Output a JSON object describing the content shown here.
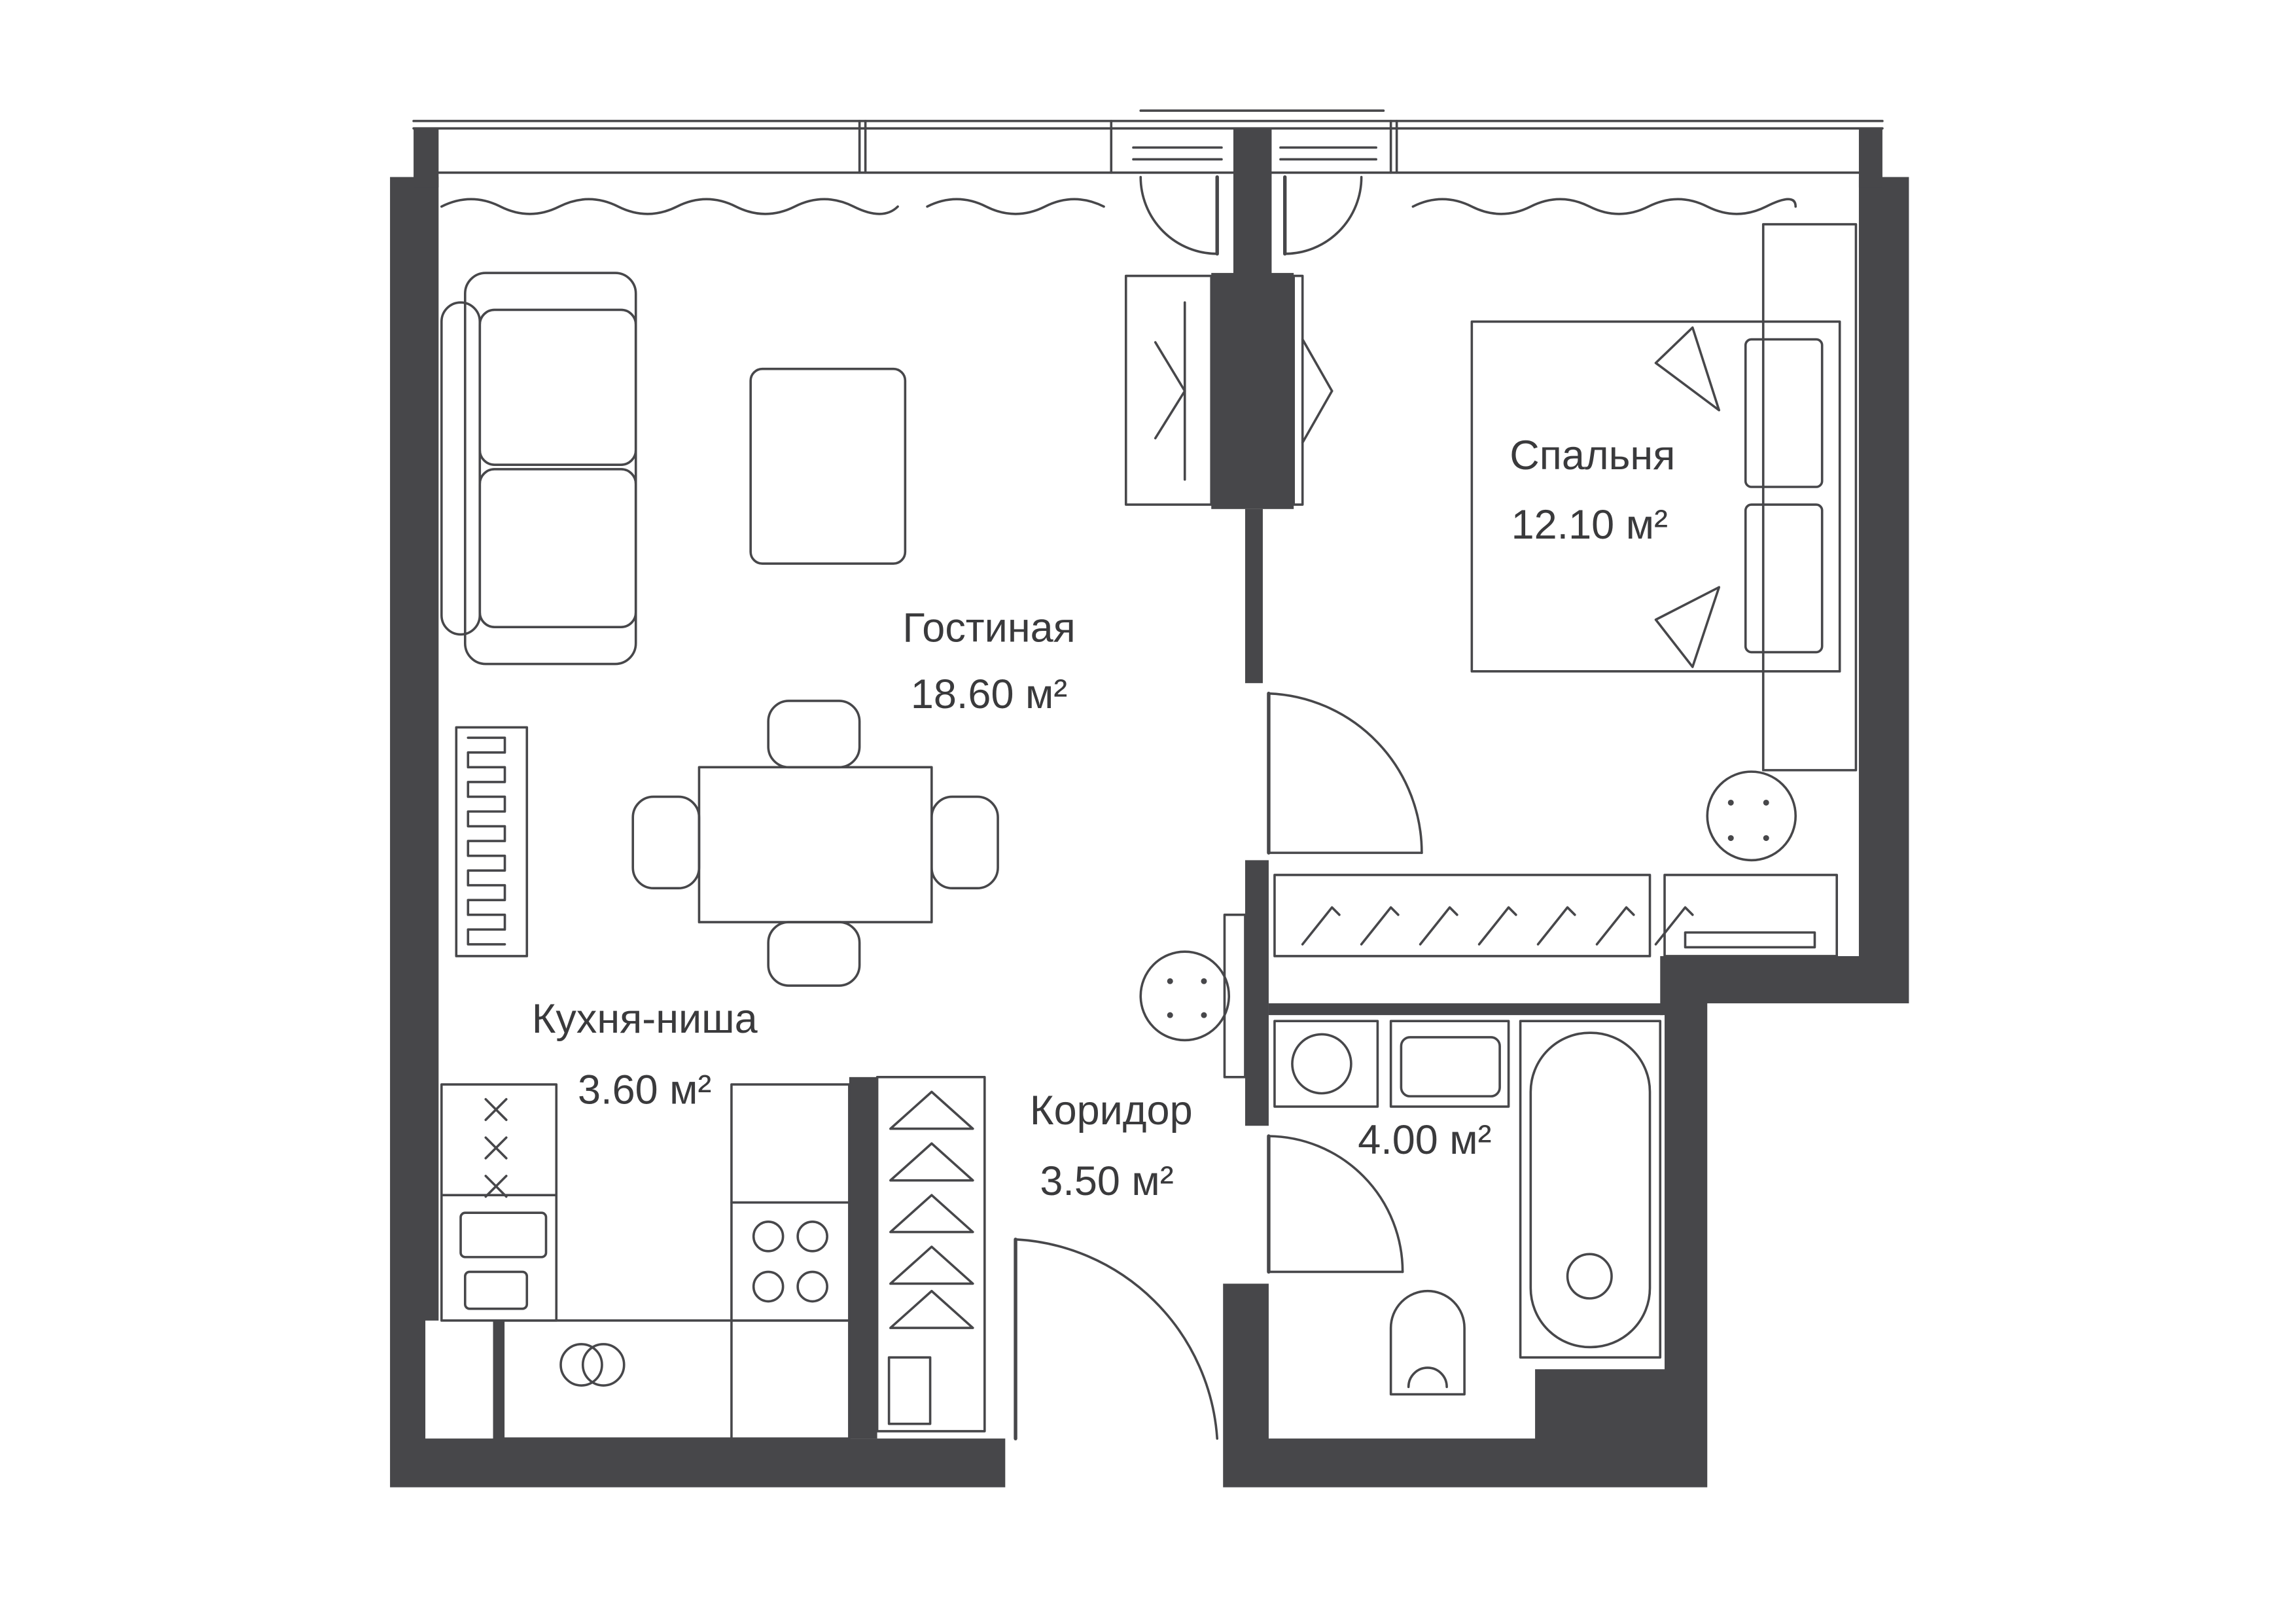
{
  "rooms": [
    {
      "id": "living",
      "name": "Гостиная",
      "area": "18.60 м²"
    },
    {
      "id": "bedroom",
      "name": "Спальня",
      "area": "12.10 м²"
    },
    {
      "id": "kitchen",
      "name": "Кухня-ниша",
      "area": "3.60 м²"
    },
    {
      "id": "corridor",
      "name": "Коридор",
      "area": "3.50 м²"
    },
    {
      "id": "bathroom",
      "name": "",
      "area": "4.00 м²"
    }
  ],
  "colors": {
    "wall": "#47474a",
    "line": "#47474a",
    "text": "#3a3a3c",
    "background": "#ffffff"
  }
}
